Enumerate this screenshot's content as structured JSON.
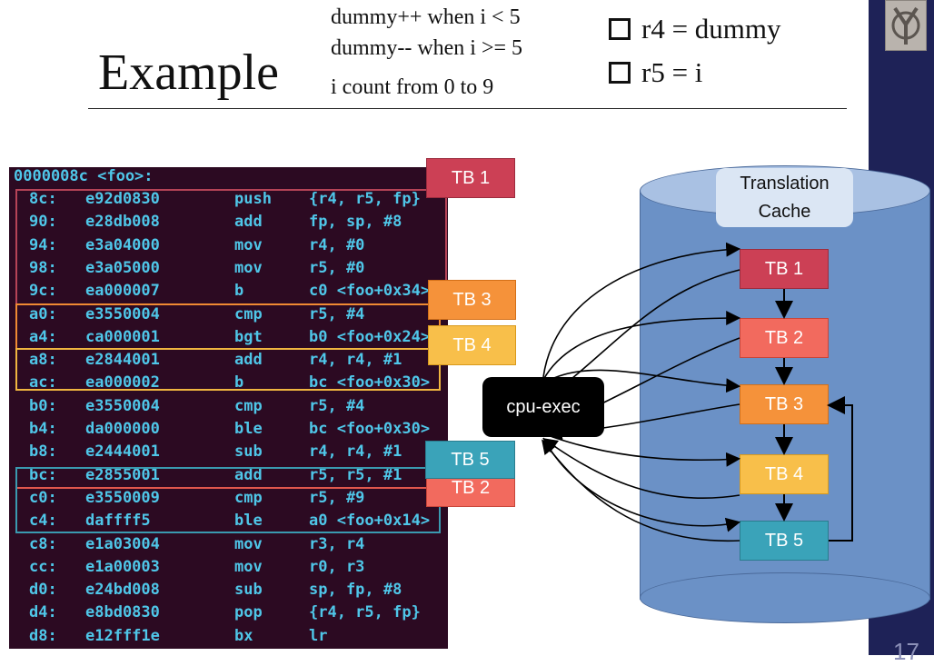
{
  "title": "Example",
  "conditions": [
    "dummy++ when i < 5",
    "dummy-- when i >= 5",
    "i count from 0 to 9"
  ],
  "registers": [
    "r4 = dummy",
    "r5 = i"
  ],
  "slide_number": "17",
  "disassembly": {
    "header": "0000008c <foo>:",
    "lines": [
      {
        "addr": "8c:",
        "hex": "e92d0830",
        "mnemonic": "push",
        "operands": "{r4, r5, fp}"
      },
      {
        "addr": "90:",
        "hex": "e28db008",
        "mnemonic": "add",
        "operands": "fp, sp, #8"
      },
      {
        "addr": "94:",
        "hex": "e3a04000",
        "mnemonic": "mov",
        "operands": "r4, #0"
      },
      {
        "addr": "98:",
        "hex": "e3a05000",
        "mnemonic": "mov",
        "operands": "r5, #0"
      },
      {
        "addr": "9c:",
        "hex": "ea000007",
        "mnemonic": "b",
        "operands": "c0 <foo+0x34>"
      },
      {
        "addr": "a0:",
        "hex": "e3550004",
        "mnemonic": "cmp",
        "operands": "r5, #4"
      },
      {
        "addr": "a4:",
        "hex": "ca000001",
        "mnemonic": "bgt",
        "operands": "b0 <foo+0x24>"
      },
      {
        "addr": "a8:",
        "hex": "e2844001",
        "mnemonic": "add",
        "operands": "r4, r4, #1"
      },
      {
        "addr": "ac:",
        "hex": "ea000002",
        "mnemonic": "b",
        "operands": "bc <foo+0x30>"
      },
      {
        "addr": "b0:",
        "hex": "e3550004",
        "mnemonic": "cmp",
        "operands": "r5, #4"
      },
      {
        "addr": "b4:",
        "hex": "da000000",
        "mnemonic": "ble",
        "operands": "bc <foo+0x30>"
      },
      {
        "addr": "b8:",
        "hex": "e2444001",
        "mnemonic": "sub",
        "operands": "r4, r4, #1"
      },
      {
        "addr": "bc:",
        "hex": "e2855001",
        "mnemonic": "add",
        "operands": "r5, r5, #1"
      },
      {
        "addr": "c0:",
        "hex": "e3550009",
        "mnemonic": "cmp",
        "operands": "r5, #9"
      },
      {
        "addr": "c4:",
        "hex": "daffff5",
        "mnemonic": "ble",
        "operands": "a0 <foo+0x14>"
      },
      {
        "addr": "c8:",
        "hex": "e1a03004",
        "mnemonic": "mov",
        "operands": "r3, r4"
      },
      {
        "addr": "cc:",
        "hex": "e1a00003",
        "mnemonic": "mov",
        "operands": "r0, r3"
      },
      {
        "addr": "d0:",
        "hex": "e24bd008",
        "mnemonic": "sub",
        "operands": "sp, fp, #8"
      },
      {
        "addr": "d4:",
        "hex": "e8bd0830",
        "mnemonic": "pop",
        "operands": "{r4, r5, fp}"
      },
      {
        "addr": "d8:",
        "hex": "e12fff1e",
        "mnemonic": "bx",
        "operands": "lr"
      }
    ]
  },
  "tb_labels": {
    "code_tb1": "TB 1",
    "code_tb3": "TB 3",
    "code_tb4": "TB 4",
    "code_tb5": "TB 5",
    "code_tb2": "TB 2",
    "cache_tb1": "TB 1",
    "cache_tb2": "TB 2",
    "cache_tb3": "TB 3",
    "cache_tb4": "TB 4",
    "cache_tb5": "TB 5"
  },
  "cpu_exec": "cpu-exec",
  "cache_label": "Translation Cache",
  "colors": {
    "tb1": "#cc4055",
    "tb2": "#f26a5e",
    "tb3": "#f59a3c",
    "tb4": "#f8bf4a",
    "tb5": "#3aa3b9"
  }
}
